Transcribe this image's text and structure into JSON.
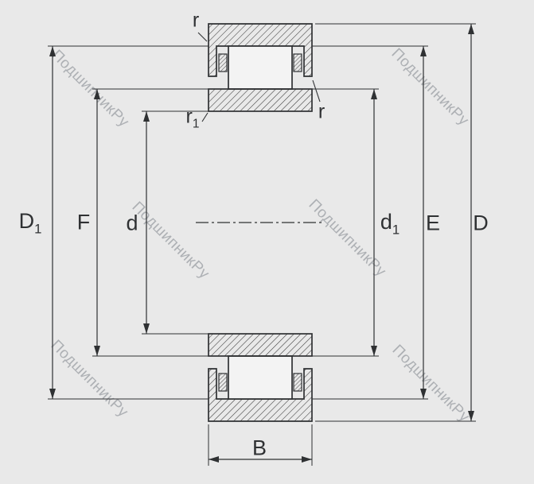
{
  "page": {
    "background_color": "#e9e9e9",
    "line_color": "#2f3133",
    "hatch_color": "#3a3a3a",
    "roller_fill": "#f3f3f3"
  },
  "watermark": {
    "text": "ПодшипникРу",
    "color": "#7c8288"
  },
  "labels": {
    "r_top": "r",
    "r1": {
      "base": "r",
      "sub": "1"
    },
    "r_right": "r",
    "D1": {
      "base": "D",
      "sub": "1"
    },
    "F": "F",
    "d": "d",
    "d1": {
      "base": "d",
      "sub": "1"
    },
    "E": "E",
    "D": "D",
    "B": "B"
  }
}
